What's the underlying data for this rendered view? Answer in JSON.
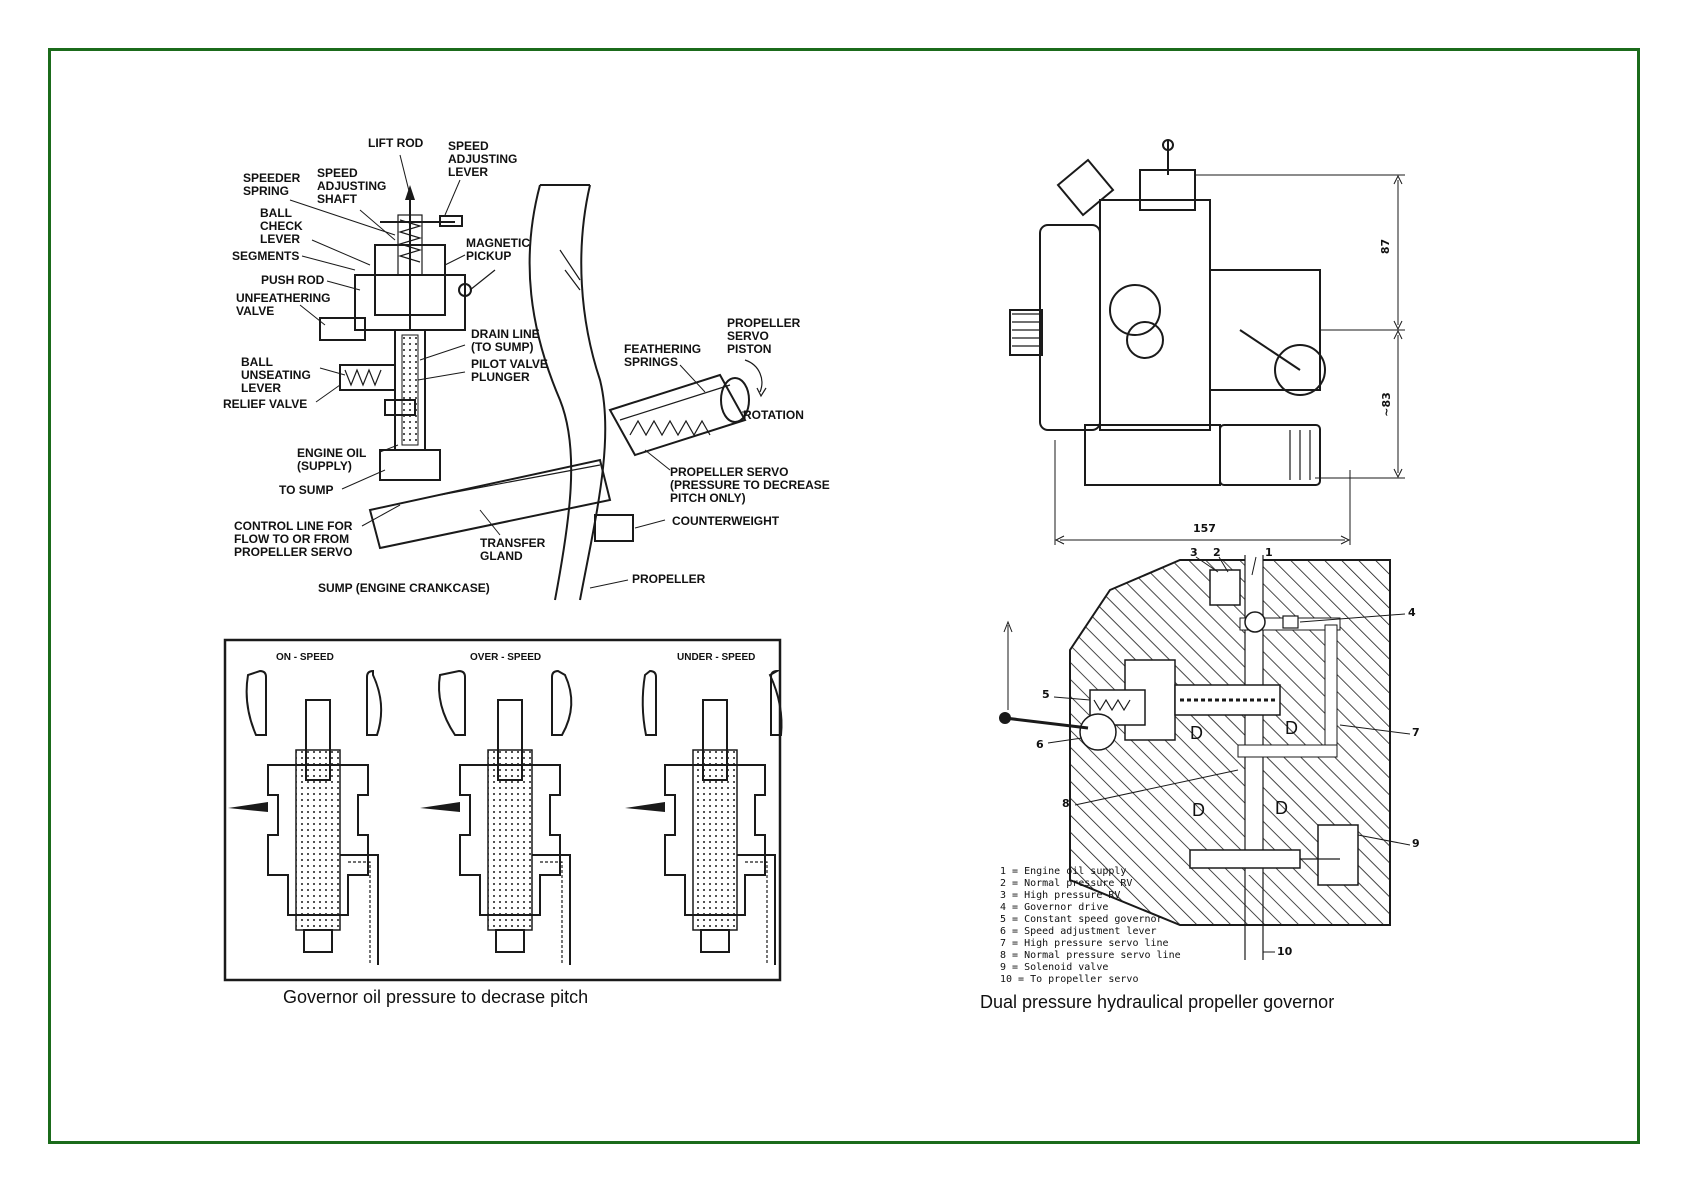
{
  "left_diagram": {
    "labels": {
      "lift_rod": "LIFT ROD",
      "speed_adjusting_lever": "SPEED\nADJUSTING\nLEVER",
      "speeder_spring": "SPEEDER\nSPRING",
      "speed_adjusting_shaft": "SPEED\nADJUSTING\nSHAFT",
      "ball_check_lever": "BALL\nCHECK\nLEVER",
      "segments": "SEGMENTS",
      "magnetic_pickup": "MAGNETIC\nPICKUP",
      "push_rod": "PUSH ROD",
      "unfeathering_valve": "UNFEATHERING\nVALVE",
      "drain_line": "DRAIN LINE\n(TO SUMP)",
      "pilot_valve_plunger": "PILOT VALVE\nPLUNGER",
      "feathering_springs": "FEATHERING\nSPRINGS",
      "propeller_servo_piston": "PROPELLER\nSERVO\nPISTON",
      "ball_unseating_lever": "BALL\nUNSEATING\nLEVER",
      "relief_valve": "RELIEF VALVE",
      "rotation": "ROTATION",
      "engine_oil_supply": "ENGINE OIL\n(SUPPLY)",
      "propeller_servo": "PROPELLER SERVO\n(PRESSURE TO DECREASE\nPITCH ONLY)",
      "to_sump": "TO SUMP",
      "control_line": "CONTROL LINE FOR\nFLOW TO OR FROM\nPROPELLER SERVO",
      "counterweight": "COUNTERWEIGHT",
      "transfer_gland": "TRANSFER\nGLAND",
      "propeller": "PROPELLER",
      "sump": "SUMP (ENGINE CRANKCASE)"
    },
    "panel_headings": [
      "ON - SPEED",
      "OVER - SPEED",
      "UNDER - SPEED"
    ],
    "caption": "Governor oil pressure to decrase pitch"
  },
  "right_diagram": {
    "dimensions": {
      "top": "87",
      "bottom": "~83",
      "width": "157"
    },
    "callouts": [
      "1",
      "2",
      "3",
      "4",
      "5",
      "6",
      "7",
      "8",
      "9",
      "10"
    ],
    "flow_marks": [
      "D",
      "D",
      "D",
      "D"
    ],
    "legend": [
      "1 = Engine oil supply",
      "2 = Normal pressure RV",
      "3 = High pressure RV",
      "4 = Governor drive",
      "5 = Constant speed governor",
      "6 = Speed adjustment lever",
      "7 = High pressure servo line",
      "8 = Normal pressure servo line",
      "9 = Solenoid valve",
      "10 = To propeller servo"
    ],
    "caption": "Dual pressure hydraulical propeller governor"
  },
  "colors": {
    "frame": "#1b6b1b",
    "ink": "#1a1a1a"
  }
}
